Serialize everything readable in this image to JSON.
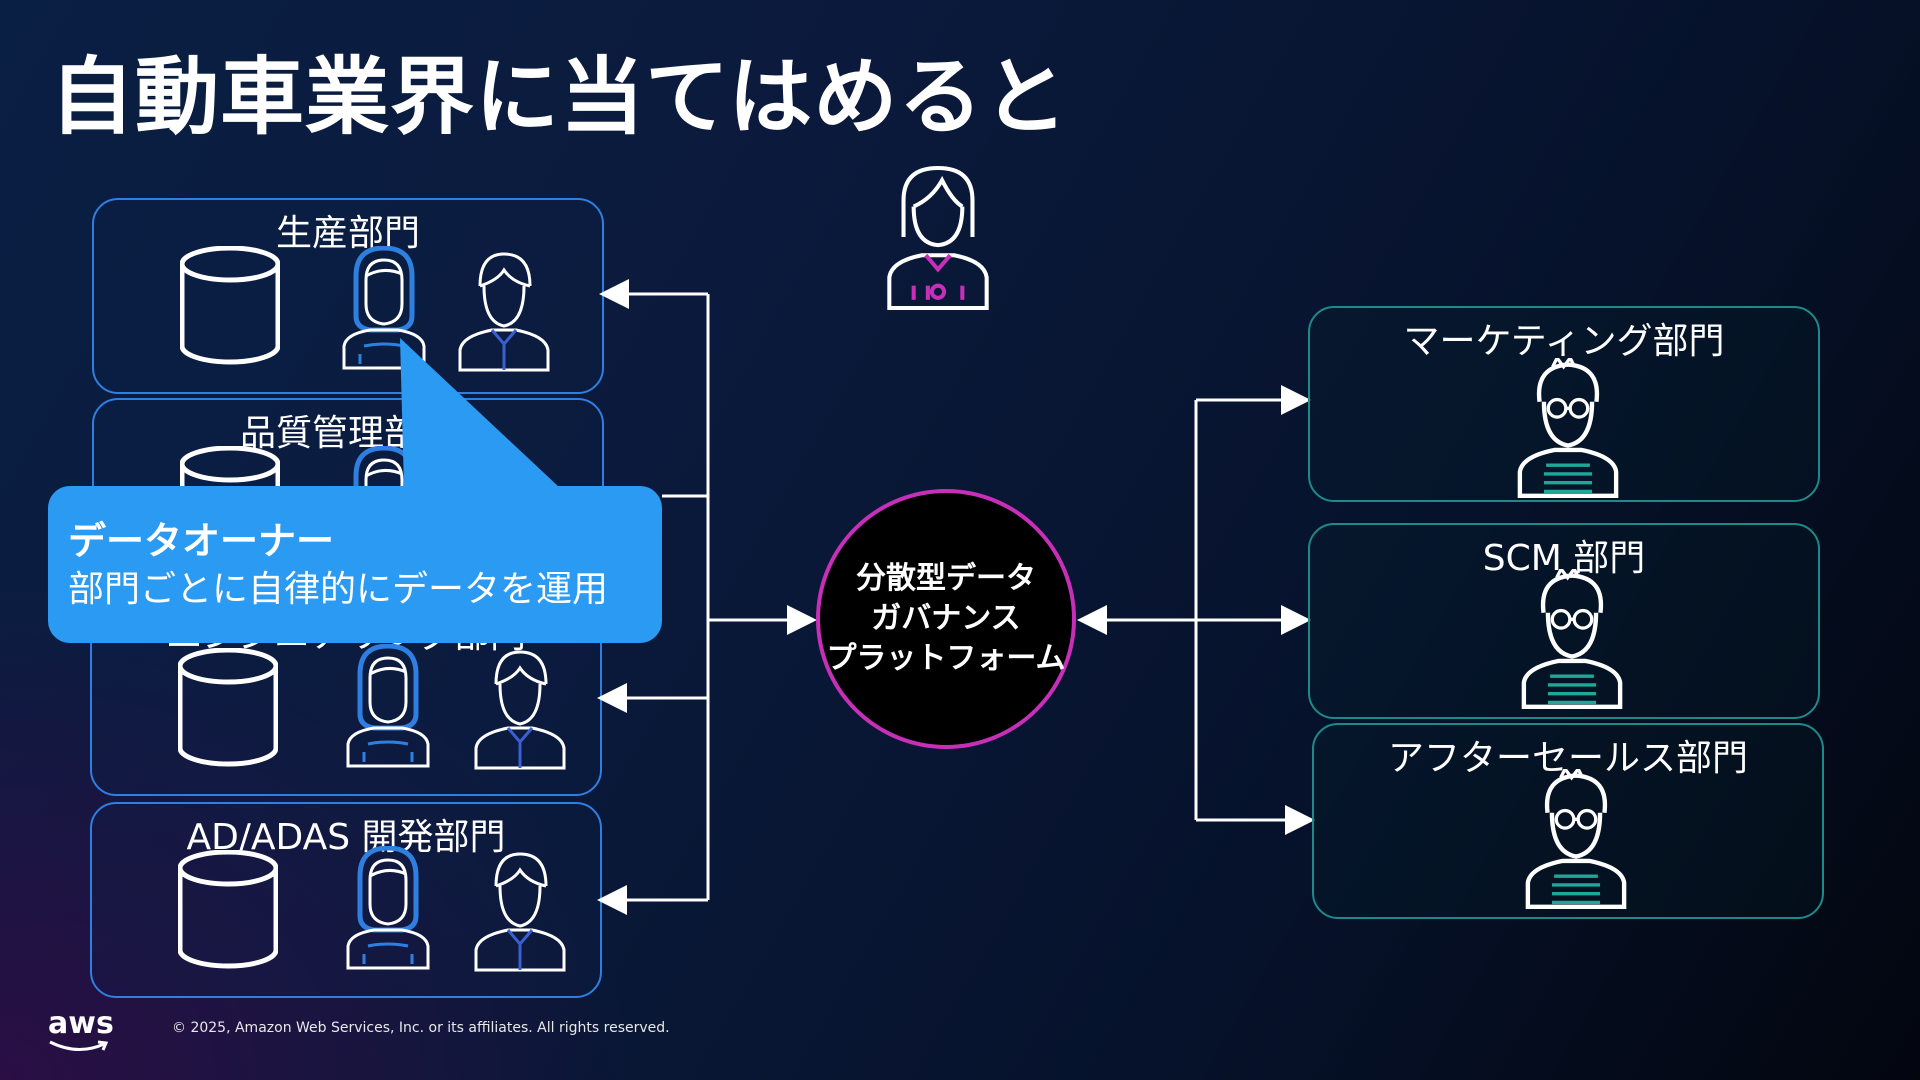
{
  "title": "自動車業界に当てはめると",
  "data_owner_departments": [
    {
      "label": "生産部門"
    },
    {
      "label": "品質管理部門"
    },
    {
      "label": "エンジニアリング部門"
    },
    {
      "label": "AD/ADAS 開発部門"
    }
  ],
  "platform": {
    "label": "分散型データ\nガバナンス\nプラットフォーム"
  },
  "consumer_departments": [
    {
      "label": "マーケティング部門"
    },
    {
      "label": "SCM 部門"
    },
    {
      "label": "アフターセールス部門"
    }
  ],
  "callout": {
    "title": "データオーナー",
    "subtitle": "部門ごとに自律的にデータを運用"
  },
  "footer": {
    "logo": "aws",
    "copyright": "© 2025, Amazon Web Services, Inc. or its affiliates. All rights reserved."
  },
  "colors": {
    "owner_border": "#2f7fe0",
    "consumer_border": "#1d8a8a",
    "platform_border": "#c82fb8",
    "callout_bg": "#2b9af3"
  }
}
